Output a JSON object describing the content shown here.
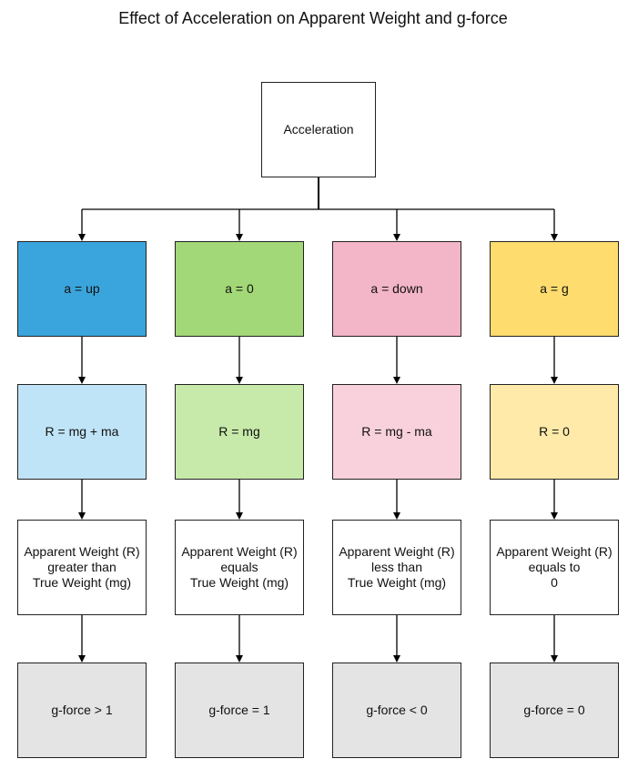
{
  "title": "Effect of Acceleration on Apparent Weight and g-force",
  "root": {
    "label": "Acceleration"
  },
  "columns": [
    {
      "condition": "a = up",
      "reaction": "R = mg + ma",
      "comparison": [
        "Apparent Weight (R)",
        "greater than",
        "True Weight (mg)"
      ],
      "gforce": "g-force > 1",
      "colors": {
        "condition": "#3aa5dc",
        "reaction": "#c0e4f7",
        "comparison": "#ffffff",
        "gforce": "#e4e4e4"
      }
    },
    {
      "condition": "a = 0",
      "reaction": "R = mg",
      "comparison": [
        "Apparent Weight (R)",
        "equals",
        "True Weight (mg)"
      ],
      "gforce": "g-force = 1",
      "colors": {
        "condition": "#a2d877",
        "reaction": "#c7e9aa",
        "comparison": "#ffffff",
        "gforce": "#e4e4e4"
      }
    },
    {
      "condition": "a = down",
      "reaction": "R = mg - ma",
      "comparison": [
        "Apparent Weight (R)",
        "less than",
        "True Weight (mg)"
      ],
      "gforce": "g-force < 0",
      "colors": {
        "condition": "#f3b5c8",
        "reaction": "#f9d1dd",
        "comparison": "#ffffff",
        "gforce": "#e4e4e4"
      }
    },
    {
      "condition": "a = g",
      "reaction": "R = 0",
      "comparison": [
        "Apparent Weight (R)",
        "equals to",
        "0"
      ],
      "gforce": "g-force = 0",
      "colors": {
        "condition": "#ffdc6e",
        "reaction": "#ffeaa9",
        "comparison": "#ffffff",
        "gforce": "#e4e4e4"
      }
    }
  ]
}
